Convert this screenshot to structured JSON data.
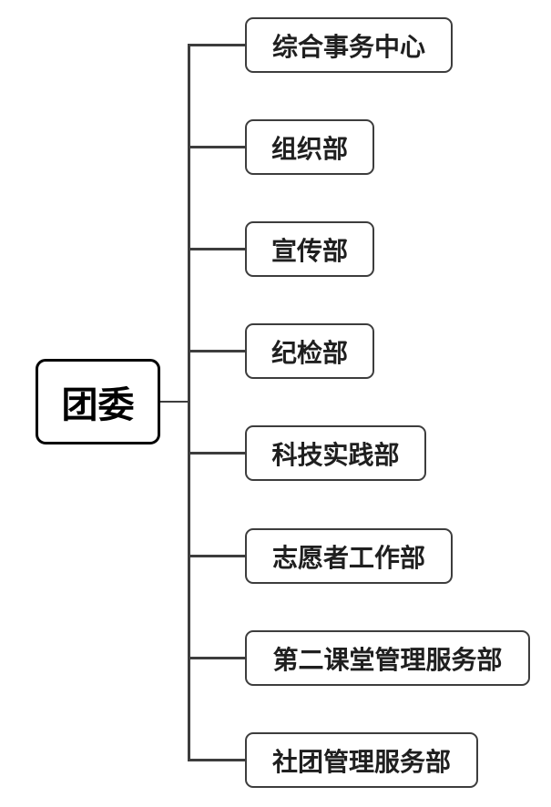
{
  "org_chart": {
    "root": {
      "label": "团委"
    },
    "children": [
      {
        "label": "综合事务中心"
      },
      {
        "label": "组织部"
      },
      {
        "label": "宣传部"
      },
      {
        "label": "纪检部"
      },
      {
        "label": "科技实践部"
      },
      {
        "label": "志愿者工作部"
      },
      {
        "label": "第二课堂管理服务部"
      },
      {
        "label": "社团管理服务部"
      }
    ],
    "colors": {
      "background": "#ffffff",
      "node_border": "#3d3d3d",
      "root_border": "#000000",
      "text": "#1f1f1f",
      "connector": "#3d3d3d"
    }
  }
}
